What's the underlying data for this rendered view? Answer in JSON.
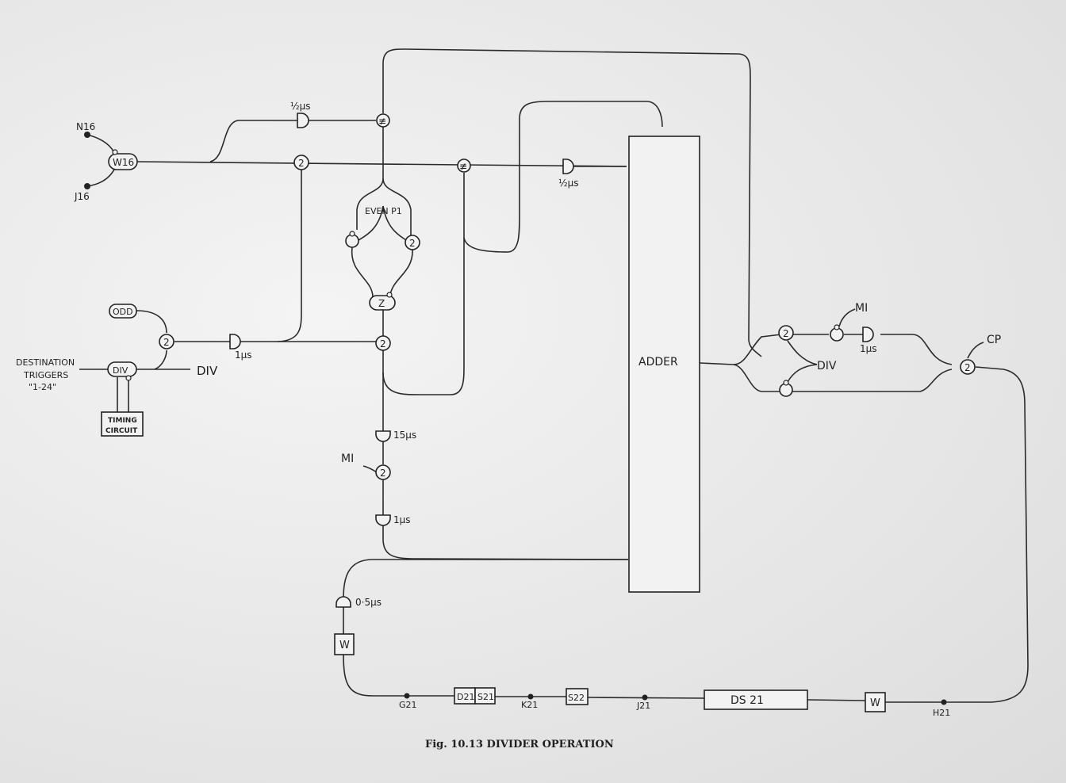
{
  "caption": "Fig. 10.13   DIVIDER OPERATION",
  "colors": {
    "ink": "#222222",
    "paper": "#ececec"
  },
  "labels": {
    "n16": "N16",
    "j16": "J16",
    "w16": "W16",
    "odd": "ODD",
    "div_gate": "DIV",
    "div_out": "DIV",
    "dest1": "DESTINATION",
    "dest2": "TRIGGERS",
    "dest3": "\"1-24\"",
    "timing1": "TIMING",
    "timing2": "CIRCUIT",
    "half_us_top": "½μs",
    "half_us_right": "½μs",
    "one_us_left": "1μs",
    "fifteen_us": "15μs",
    "one_us_mid": "1μs",
    "half_us_bottom": "0·5μs",
    "one_us_right": "1μs",
    "even_p1": "EVEN P1",
    "z": "Z",
    "mi_left": "MI",
    "mi_right": "MI",
    "cp": "CP",
    "div_right": "DIV",
    "adder": "ADDER",
    "g21": "G21",
    "k21": "K21",
    "j21": "J21",
    "h21": "H21",
    "d21": "D21",
    "s21": "S21",
    "s22": "S22",
    "ds21": "DS 21",
    "w_left": "W",
    "w_right": "W",
    "two": "2",
    "neq": "≢"
  }
}
